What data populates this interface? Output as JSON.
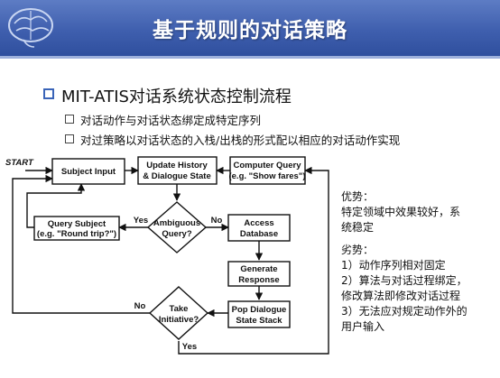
{
  "header": {
    "title": "基于规则的对话策略"
  },
  "heading": "MIT-ATIS对话系统状态控制流程",
  "bullets": [
    "对话动作与对话状态绑定成特定序列",
    "对过策略以对话状态的入栈/出栈的形式配以相应的对话动作实现"
  ],
  "flowchart": {
    "start": "START",
    "subject_input": "Subject Input",
    "update_history": [
      "Update History",
      "& Dialogue State"
    ],
    "computer_query": [
      "Computer Query",
      "(e.g. \"Show fares\")"
    ],
    "ambiguous": [
      "Ambiguous",
      "Query?"
    ],
    "query_subject": [
      "Query Subject",
      "(e.g. \"Round trip?\")"
    ],
    "access_database": [
      "Access",
      "Database"
    ],
    "generate_response": [
      "Generate",
      "Response"
    ],
    "pop_dialogue": [
      "Pop Dialogue",
      "State Stack"
    ],
    "take_initiative": [
      "Take",
      "Initiative?"
    ],
    "yes": "Yes",
    "no": "No"
  },
  "notes": {
    "advantages_title": "优势：",
    "advantages_lines": [
      "特定领域中效果较好，系",
      "统稳定"
    ],
    "disadvantages_title": "劣势：",
    "disadvantages_lines": [
      "1）动作序列相对固定",
      "2）算法与对话过程绑定，",
      "修改算法即修改对话过程",
      "3）无法应对规定动作外的",
      "用户输入"
    ]
  },
  "colors": {
    "banner": "#3f5fae",
    "accent": "#3a64b8"
  }
}
